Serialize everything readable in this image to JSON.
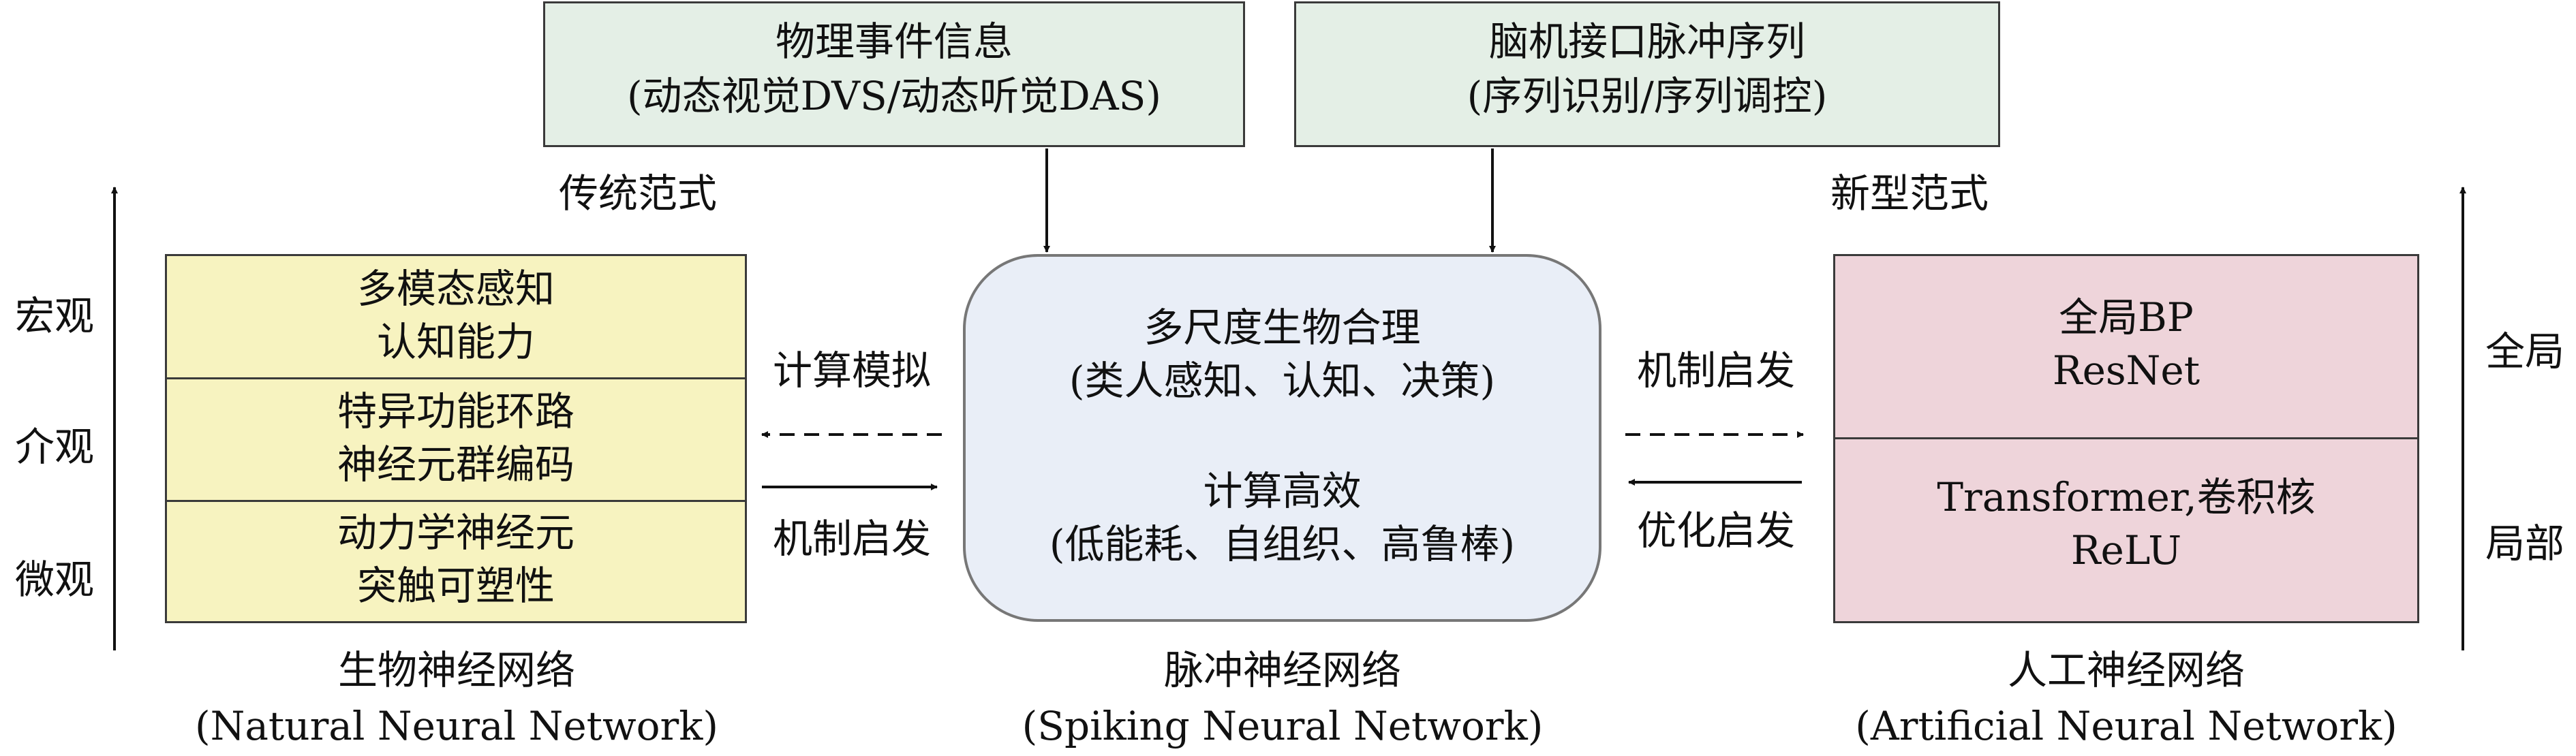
{
  "top_left_box": {
    "line1": "物理事件信息",
    "line2": "(动态视觉DVS/动态听觉DAS)"
  },
  "top_right_box": {
    "line1": "脑机接口脉冲序列",
    "line2": "(序列识别/序列调控)"
  },
  "paradigm_left": "传统范式",
  "paradigm_right": "新型范式",
  "scale_left": {
    "macro": "宏观",
    "meso": "介观",
    "micro": "微观"
  },
  "scale_right": {
    "global": "全局",
    "local": "局部"
  },
  "bnn_box": {
    "section1": {
      "line1": "多模态感知",
      "line2": "认知能力"
    },
    "section2": {
      "line1": "特异功能环路",
      "line2": "神经元群编码"
    },
    "section3": {
      "line1": "动力学神经元",
      "line2": "突触可塑性"
    }
  },
  "snn_box": {
    "block1": {
      "line1": "多尺度生物合理",
      "line2": "(类人感知、认知、决策)"
    },
    "block2": {
      "line1": "计算高效",
      "line2": "(低能耗、自组织、高鲁棒)"
    }
  },
  "ann_box": {
    "section1": {
      "line1": "全局BP",
      "line2": "ResNet"
    },
    "section2": {
      "line1": "Transformer,卷积核",
      "line2": "ReLU"
    }
  },
  "arrow_labels": {
    "left_top": "计算模拟",
    "left_bottom": "机制启发",
    "right_top": "机制启发",
    "right_bottom": "优化启发"
  },
  "captions": {
    "bnn": {
      "cn": "生物神经网络",
      "en": "(Natural Neural Network)"
    },
    "snn": {
      "cn": "脉冲神经网络",
      "en": "(Spiking Neural Network)"
    },
    "ann": {
      "cn": "人工神经网络",
      "en": "(Artificial Neural Network)"
    }
  }
}
